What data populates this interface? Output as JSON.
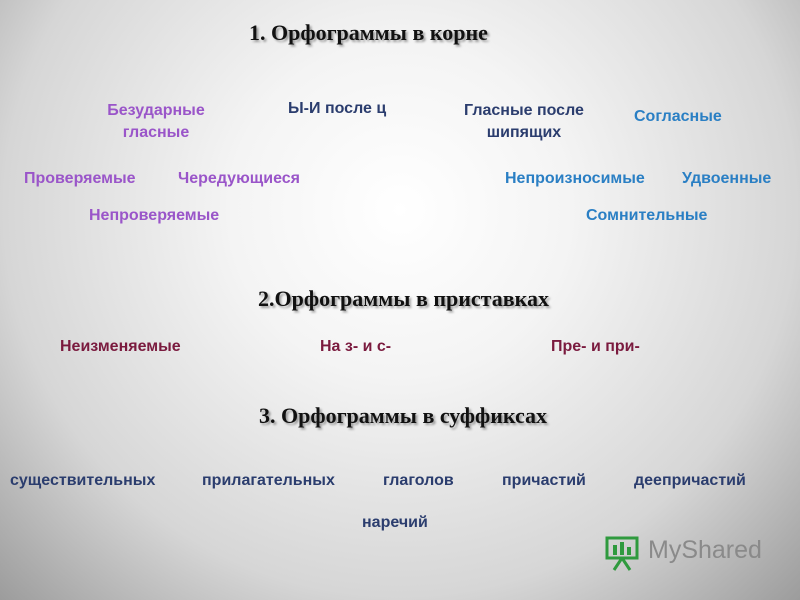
{
  "colors": {
    "purple": "#9a55c9",
    "navy": "#2b3d6e",
    "blue": "#2a7fc4",
    "maroon": "#7a1a3e"
  },
  "section1": {
    "heading": "1. Орфограммы в корне",
    "categories": {
      "unstressed_line1": "Безударные",
      "unstressed_line2": "гласные",
      "y_i_after_ts": "Ы-И после ц",
      "vowels_after_line1": "Гласные после",
      "vowels_after_line2": "шипящих",
      "consonants": "Согласные"
    },
    "items": {
      "checkable": "Проверяемые",
      "alternating": "Чередующиеся",
      "uncheckable": "Непроверяемые",
      "unpronounceable": "Непроизносимые",
      "doubled": "Удвоенные",
      "doubtful": "Сомнительные"
    }
  },
  "section2": {
    "heading": "2.Орфограммы в приставках",
    "items": {
      "unchangeable": "Неизменяемые",
      "z_s": "На з- и с-",
      "pre_pri": "Пре- и при-"
    }
  },
  "section3": {
    "heading": "3. Орфограммы в суффиксах",
    "items": {
      "nouns": "существительных",
      "adjectives": "прилагательных",
      "verbs": "глаголов",
      "participles": "причастий",
      "gerunds": "деепричастий",
      "adverbs": "наречий"
    }
  },
  "watermark": {
    "text": "MyShared",
    "icon": "presentation-board-icon"
  }
}
